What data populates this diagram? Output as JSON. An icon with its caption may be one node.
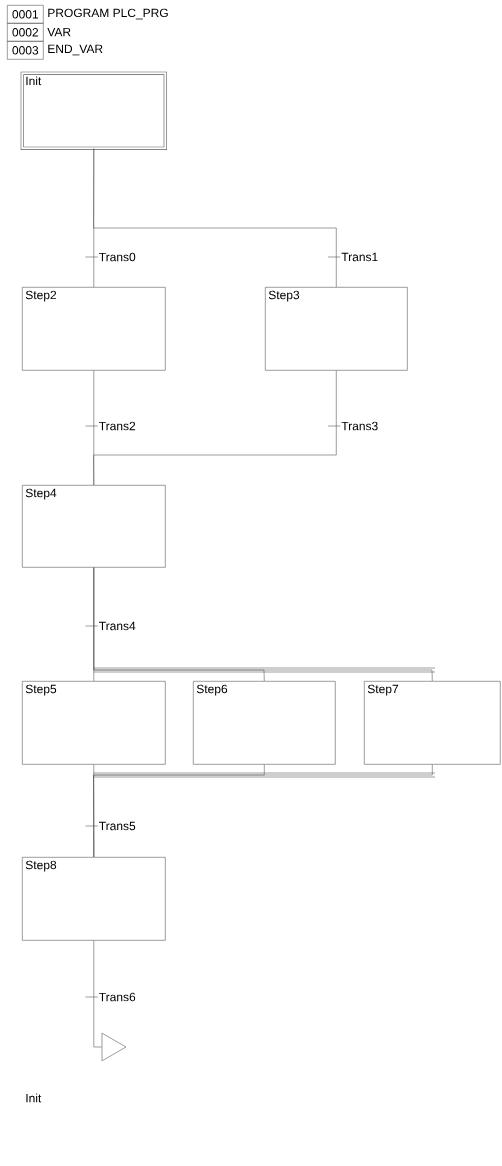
{
  "diagram": {
    "nodes": [
      {
        "text": [
          "Init"
        ]
      },
      {
        "text": [
          "Step2"
        ]
      },
      {
        "text": [
          "Step3"
        ]
      },
      {
        "text": [
          "Step4"
        ]
      },
      {
        "text": [
          "Step5"
        ]
      },
      {
        "text": [
          "Step6"
        ]
      },
      {
        "text": [
          "Step7"
        ]
      },
      {
        "text": [
          "Step8"
        ]
      },
      {
        "text": [],
        "shape": "triangle"
      }
    ],
    "edges": [
      {
        "from": 0,
        "to": 1,
        "arrow": "none",
        "label": "Trans0"
      },
      {
        "from": 0,
        "to": 2,
        "arrow": "none",
        "label": "Trans1"
      },
      {
        "from": 1,
        "to": 3,
        "arrow": "none",
        "label": "Trans2"
      },
      {
        "from": 2,
        "to": 3,
        "arrow": "none",
        "label": "Trans3"
      },
      {
        "from": 3,
        "to": 4,
        "arrow": "none",
        "label": "Trans4"
      },
      {
        "from": 3,
        "to": 5,
        "arrow": "none"
      },
      {
        "from": 3,
        "to": 6,
        "arrow": "none"
      },
      {
        "from": 4,
        "to": 7,
        "arrow": "none",
        "label": "Trans5"
      },
      {
        "from": 5,
        "to": 7,
        "arrow": "none"
      },
      {
        "from": 6,
        "to": 7,
        "arrow": "none"
      },
      {
        "from": 7,
        "to": 8,
        "arrow": "none",
        "label": "Trans6"
      }
    ],
    "labels": [
      "0001",
      "PROGRAM PLC_PRG",
      "0002",
      "VAR",
      "0003",
      "END_VAR",
      "Init"
    ]
  }
}
